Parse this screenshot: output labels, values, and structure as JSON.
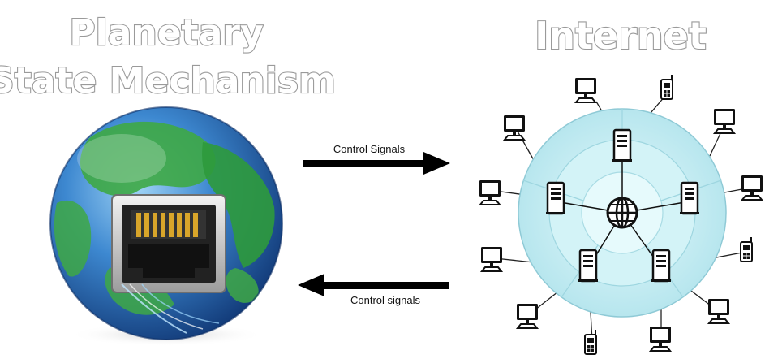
{
  "left_title_line1": "Planetary",
  "left_title_line2": "State Mechanism",
  "right_title": "Internet",
  "arrow_top_label": "Control Signals",
  "arrow_bottom_label": "Control signals",
  "colors": {
    "title_outline": "#9a9a9a",
    "globe_ocean": "#2f78c6",
    "globe_land": "#3ea845",
    "network_disc": "#c8eef3",
    "arrow": "#000000"
  },
  "icons": {
    "globe": "globe-icon",
    "ethernet_port": "ethernet-port-icon",
    "internet_hub": "www-globe-icon",
    "server": "server-tower-icon",
    "computer": "desktop-computer-icon",
    "phone": "mobile-phone-icon"
  }
}
